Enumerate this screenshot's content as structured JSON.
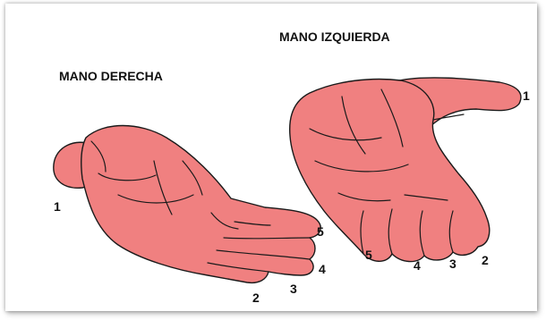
{
  "labels": {
    "left_hand_title": "MANO IZQUIERDA",
    "right_hand_title": "MANO DERECHA"
  },
  "right_hand_fingers": [
    "1",
    "5",
    "4",
    "3",
    "2"
  ],
  "left_hand_fingers": [
    "1",
    "5",
    "4",
    "3",
    "2"
  ],
  "colors": {
    "skin": "#f08080",
    "outline": "#1a1a1a",
    "text": "#111111"
  }
}
